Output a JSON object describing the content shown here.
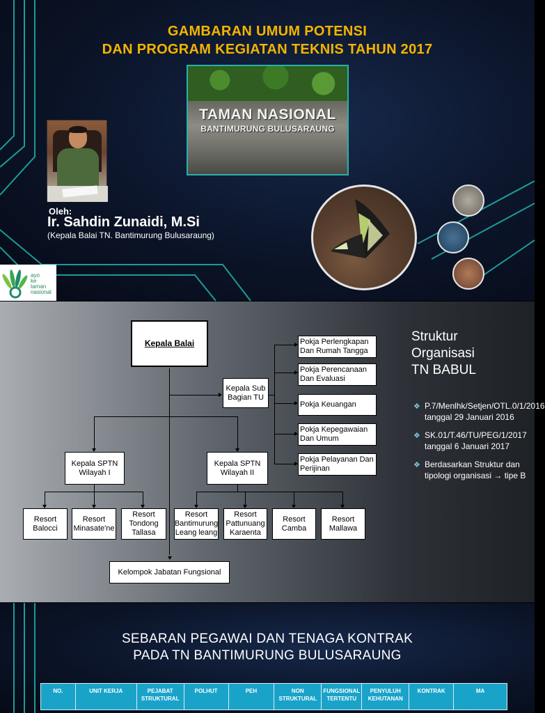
{
  "slide1": {
    "title_line1": "GAMBARAN UMUM POTENSI",
    "title_line2": "DAN PROGRAM KEGIATAN TEKNIS TAHUN 2017",
    "banner_line1": "TAMAN NASIONAL",
    "banner_line2": "BANTIMURUNG BULUSARAUNG",
    "oleh": "Oleh:",
    "speaker": "Ir. Sahdin Zunaidi, M.Si",
    "speaker_role": "(Kepala Balai TN. Bantimurung Bulusaraung)",
    "logo_text": [
      "ayo",
      "ke",
      "taman",
      "nasional"
    ]
  },
  "slide2": {
    "kepala_balai": "Kepala Balai",
    "kepala_sub": "Kepala Sub Bagian TU",
    "pokja": [
      "Pokja Perlengkapan Dan Rumah Tangga",
      "Pokja Perencanaan Dan Evaluasi",
      "Pokja Keuangan",
      "Pokja Kepegawaian Dan Umum",
      "Pokja Pelayanan Dan Perijinan"
    ],
    "sptn1": "Kepala SPTN Wilayah I",
    "sptn2": "Kepala SPTN Wilayah II",
    "resort": [
      "Resort Balocci",
      "Resort Minasate'ne",
      "Resort Tondong Tallasa",
      "Resort Bantimurung Leang leang",
      "Resort Pattunuang Karaenta",
      "Resort Camba",
      "Resort Mallawa"
    ],
    "fungsional": "Kelompok Jabatan Fungsional",
    "struktur_title": [
      "Struktur",
      "Organisasi",
      "TN BABUL"
    ],
    "bullets": [
      "P.7/Menlhk/Setjen/OTL.0/1/2016 tanggal 29 Januari 2016",
      "SK.01/T.46/TU/PEG/1/2017 tanggal 6 Januari 2017",
      "Berdasarkan Struktur dan tipologi organisasi → tipe B"
    ]
  },
  "slide3": {
    "title_line1": "SEBARAN PEGAWAI DAN TENAGA KONTRAK",
    "title_line2": "PADA TN BANTIMURUNG BULUSARAUNG",
    "columns": [
      "NO.",
      "UNIT KERJA",
      "PEJABAT STRUKTURAL",
      "POLHUT",
      "PEH",
      "NON STRUKTURAL",
      "FUNGSIONAL TERTENTU",
      "PENYULUH KEHUTANAN",
      "KONTRAK",
      "MA"
    ]
  },
  "colors": {
    "title_gold": "#f5b400",
    "teal_accent": "#27b3a8",
    "table_header": "#1aa3c9"
  }
}
